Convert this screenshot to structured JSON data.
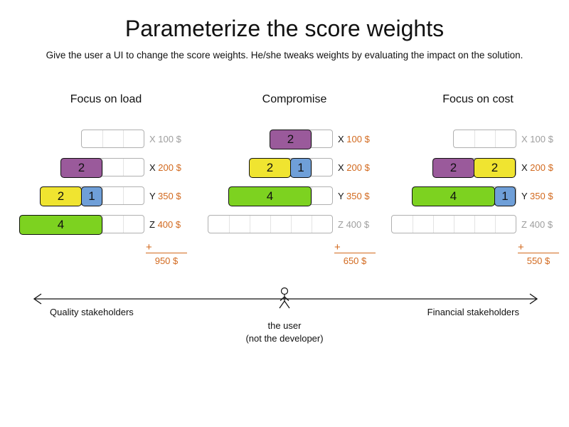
{
  "title": "Parameterize the score weights",
  "subtitle": "Give the user a UI to change the score weights. He/she tweaks weights by evaluating the impact on the solution.",
  "plus": "+",
  "colors": {
    "purple": "#9a5a9b",
    "yellow": "#f0e430",
    "blue": "#6f9fd8",
    "green": "#7dd220",
    "orange": "#d2691e",
    "gray_label": "#9e9e9e",
    "box_border": "#b0b0b0",
    "cell_divider": "#e3e3e3"
  },
  "columns": [
    {
      "heading": "Focus on load",
      "total": "950 $",
      "rows": [
        {
          "label_letter": "X",
          "label_price": "100 $",
          "capacity": 3,
          "used": false,
          "blocks": []
        },
        {
          "label_letter": "X",
          "label_price": "200 $",
          "capacity": 4,
          "used": true,
          "blocks": [
            {
              "value": 2,
              "color": "purple"
            }
          ]
        },
        {
          "label_letter": "Y",
          "label_price": "350 $",
          "capacity": 5,
          "used": true,
          "blocks": [
            {
              "value": 2,
              "color": "yellow"
            },
            {
              "value": 1,
              "color": "blue"
            }
          ]
        },
        {
          "label_letter": "Z",
          "label_price": "400 $",
          "capacity": 6,
          "used": true,
          "blocks": [
            {
              "value": 4,
              "color": "green"
            }
          ]
        }
      ]
    },
    {
      "heading": "Compromise",
      "total": "650 $",
      "rows": [
        {
          "label_letter": "X",
          "label_price": "100 $",
          "capacity": 3,
          "used": true,
          "blocks": [
            {
              "value": 2,
              "color": "purple"
            }
          ]
        },
        {
          "label_letter": "X",
          "label_price": "200 $",
          "capacity": 4,
          "used": true,
          "blocks": [
            {
              "value": 2,
              "color": "yellow"
            },
            {
              "value": 1,
              "color": "blue"
            }
          ]
        },
        {
          "label_letter": "Y",
          "label_price": "350 $",
          "capacity": 5,
          "used": true,
          "blocks": [
            {
              "value": 4,
              "color": "green"
            }
          ]
        },
        {
          "label_letter": "Z",
          "label_price": "400 $",
          "capacity": 6,
          "used": false,
          "blocks": []
        }
      ]
    },
    {
      "heading": "Focus on cost",
      "total": "550 $",
      "rows": [
        {
          "label_letter": "X",
          "label_price": "100 $",
          "capacity": 3,
          "used": false,
          "blocks": []
        },
        {
          "label_letter": "X",
          "label_price": "200 $",
          "capacity": 4,
          "used": true,
          "blocks": [
            {
              "value": 2,
              "color": "purple"
            },
            {
              "value": 2,
              "color": "yellow"
            }
          ]
        },
        {
          "label_letter": "Y",
          "label_price": "350 $",
          "capacity": 5,
          "used": true,
          "blocks": [
            {
              "value": 4,
              "color": "green"
            },
            {
              "value": 1,
              "color": "blue"
            }
          ]
        },
        {
          "label_letter": "Z",
          "label_price": "400 $",
          "capacity": 6,
          "used": false,
          "blocks": []
        }
      ]
    }
  ],
  "axis": {
    "left_label": "Quality stakeholders",
    "right_label": "Financial stakeholders",
    "caption_line1": "the user",
    "caption_line2": "(not the developer)"
  }
}
